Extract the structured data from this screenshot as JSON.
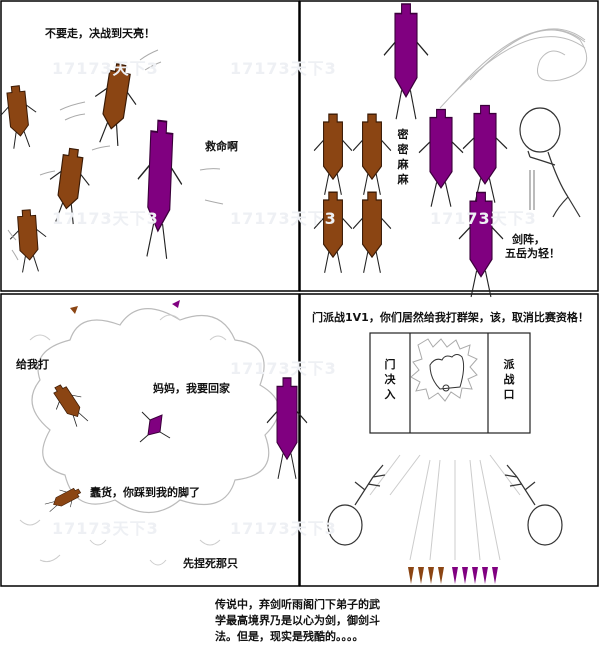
{
  "watermark": "17173天下3",
  "panel1": {
    "shout": "不要走，决战到天亮！",
    "cry": "救命啊"
  },
  "panel2": {
    "dense": [
      "密",
      "密",
      "麻",
      "麻"
    ],
    "formation_line1": "剑阵，",
    "formation_line2": "五岳为轻！"
  },
  "panel3": {
    "beat_him": "给我打",
    "go_home": "妈妈，我要回家",
    "stepped": "蠢货，你踩到我的脚了",
    "pinch": "先捏死那只"
  },
  "panel4": {
    "announcement": "门派战1V1，你们居然给我打群架，该，取消比赛资格！",
    "sign_left": [
      "门",
      "决",
      "入"
    ],
    "sign_right": [
      "派",
      "战",
      "口"
    ]
  },
  "caption": {
    "line1": "传说中，弃剑听雨阁门下弟子的武",
    "line2": "学最高境界乃是以心为剑，御剑斗",
    "line3": "法。但是，现实是残酷的。。。。"
  },
  "colors": {
    "brown_sword": "#8b4513",
    "purple_sword": "#800080",
    "border": "#000000",
    "sketch": "#999999"
  }
}
